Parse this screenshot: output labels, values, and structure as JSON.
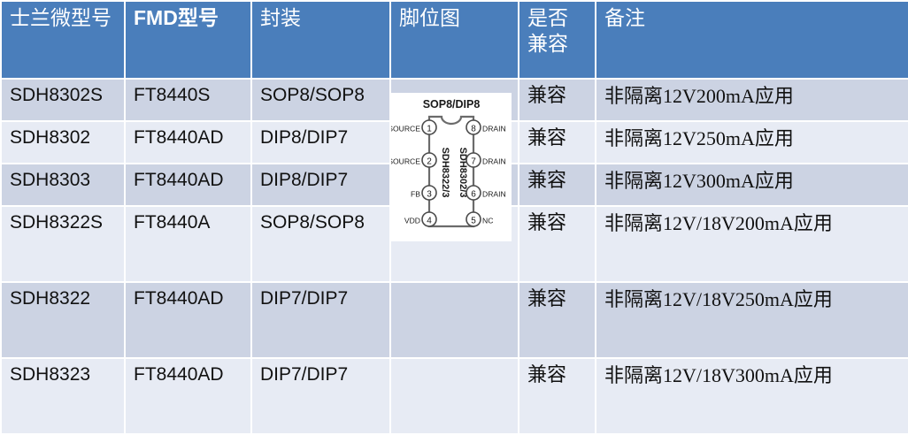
{
  "table": {
    "headers": [
      {
        "label": "士兰微型号",
        "bold": false
      },
      {
        "label": "FMD型号",
        "bold": true
      },
      {
        "label": "封装",
        "bold": false
      },
      {
        "label": "脚位图",
        "bold": false
      },
      {
        "label": "是否兼容",
        "bold": false
      },
      {
        "label": "备注",
        "bold": false
      }
    ],
    "rows": [
      {
        "silan": "SDH8302S",
        "fmd": "FT8440S",
        "package": "SOP8/SOP8",
        "pinout": "",
        "compatible": "兼容",
        "note": "非隔离12V200mA应用"
      },
      {
        "silan": "SDH8302",
        "fmd": "FT8440AD",
        "package": "DIP8/DIP7",
        "pinout": "",
        "compatible": "兼容",
        "note": "非隔离12V250mA应用"
      },
      {
        "silan": "SDH8303",
        "fmd": "FT8440AD",
        "package": "DIP8/DIP7",
        "pinout": "",
        "compatible": "兼容",
        "note": "非隔离12V300mA应用"
      },
      {
        "silan": "SDH8322S",
        "fmd": "FT8440A",
        "package": "SOP8/SOP8",
        "pinout": "",
        "compatible": "兼容",
        "note": "非隔离12V/18V200mA应用"
      },
      {
        "silan": "SDH8322",
        "fmd": "FT8440AD",
        "package": "DIP7/DIP7",
        "pinout": "",
        "compatible": "兼容",
        "note": "非隔离12V/18V250mA应用"
      },
      {
        "silan": "SDH8323",
        "fmd": "FT8440AD",
        "package": "DIP7/DIP7",
        "pinout": "",
        "compatible": "兼容",
        "note": "非隔离12V/18V300mA应用"
      }
    ]
  },
  "pinout_diagram": {
    "title": "SOP8/DIP8",
    "body_label_left": "SDH8322/3",
    "body_label_right": "SDH8302/3",
    "pins_left": [
      {
        "number": "1",
        "label": "SOURCE"
      },
      {
        "number": "2",
        "label": "SOURCE"
      },
      {
        "number": "3",
        "label": "FB"
      },
      {
        "number": "4",
        "label": "VDD"
      }
    ],
    "pins_right": [
      {
        "number": "8",
        "label": "DRAIN"
      },
      {
        "number": "7",
        "label": "DRAIN"
      },
      {
        "number": "6",
        "label": "DRAIN"
      },
      {
        "number": "5",
        "label": "NC"
      }
    ]
  },
  "colors": {
    "header_blue": "#4a7ebb",
    "row_dark": "#ccd3e3",
    "row_light": "#e7ebf4",
    "grid_white": "#ffffff",
    "text_dark": "#111111",
    "diagram_outline": "#6b6b6b"
  }
}
